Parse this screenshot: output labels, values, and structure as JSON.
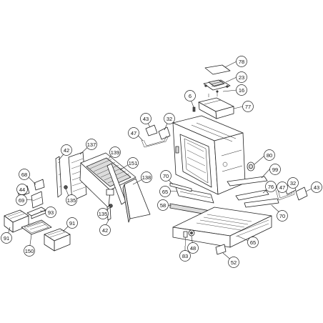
{
  "callouts": [
    {
      "id": "c78",
      "label": "78"
    },
    {
      "id": "c23",
      "label": "23"
    },
    {
      "id": "c16",
      "label": "16"
    },
    {
      "id": "c6",
      "label": "6"
    },
    {
      "id": "c77",
      "label": "77"
    },
    {
      "id": "c43a",
      "label": "43"
    },
    {
      "id": "c32a",
      "label": "32"
    },
    {
      "id": "c47a",
      "label": "47"
    },
    {
      "id": "c42a",
      "label": "42"
    },
    {
      "id": "c137",
      "label": "137"
    },
    {
      "id": "c139",
      "label": "139"
    },
    {
      "id": "c151",
      "label": "151"
    },
    {
      "id": "c138",
      "label": "138"
    },
    {
      "id": "c80",
      "label": "80"
    },
    {
      "id": "c99",
      "label": "99"
    },
    {
      "id": "c70a",
      "label": "70"
    },
    {
      "id": "c65a",
      "label": "65"
    },
    {
      "id": "c68",
      "label": "68"
    },
    {
      "id": "c44",
      "label": "44"
    },
    {
      "id": "c69",
      "label": "69"
    },
    {
      "id": "c135a",
      "label": "135"
    },
    {
      "id": "c135b",
      "label": "135"
    },
    {
      "id": "c93",
      "label": "93"
    },
    {
      "id": "c91a",
      "label": "91"
    },
    {
      "id": "c91b",
      "label": "91"
    },
    {
      "id": "c150",
      "label": "150"
    },
    {
      "id": "c42b",
      "label": "42"
    },
    {
      "id": "c58",
      "label": "58"
    },
    {
      "id": "c76",
      "label": "76"
    },
    {
      "id": "c47b",
      "label": "47"
    },
    {
      "id": "c32b",
      "label": "32"
    },
    {
      "id": "c43b",
      "label": "43"
    },
    {
      "id": "c70b",
      "label": "70"
    },
    {
      "id": "c65b",
      "label": "65"
    },
    {
      "id": "c48",
      "label": "48"
    },
    {
      "id": "c83",
      "label": "83"
    },
    {
      "id": "c52",
      "label": "52"
    }
  ]
}
